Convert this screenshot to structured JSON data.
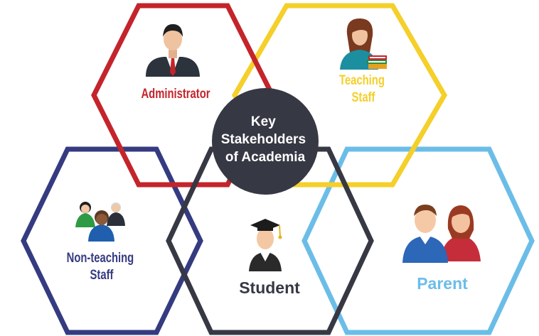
{
  "center": {
    "lines": [
      "Key",
      "Stakeholders",
      "of Academia"
    ],
    "fill": "#363844"
  },
  "stakeholders": [
    {
      "id": "administrator",
      "lines": [
        "Administrator"
      ],
      "color": "#c4242b",
      "icon": "businessman-icon"
    },
    {
      "id": "teaching-staff",
      "lines": [
        "Teaching",
        "Staff"
      ],
      "color": "#f5cf2a",
      "icon": "teacher-with-books-icon"
    },
    {
      "id": "non-teaching-staff",
      "lines": [
        "Non-teaching",
        "Staff"
      ],
      "color": "#353b80",
      "icon": "staff-group-icon"
    },
    {
      "id": "student",
      "lines": [
        "Student"
      ],
      "color": "#363844",
      "icon": "graduate-icon"
    },
    {
      "id": "parent",
      "lines": [
        "Parent"
      ],
      "color": "#6bbde8",
      "icon": "parents-icon"
    }
  ]
}
